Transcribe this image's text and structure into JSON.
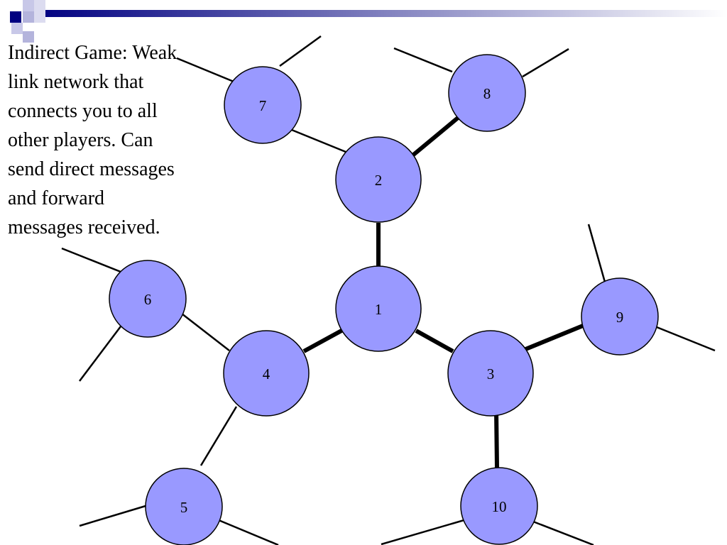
{
  "slide": {
    "body_text_lines": [
      "Indirect Game: Weak",
      "link network that",
      "connects you to all",
      "other players.  Can",
      "send direct messages",
      "and forward",
      "messages received."
    ]
  },
  "colors": {
    "node_fill": "#9999ff",
    "node_stroke": "#000000",
    "edge": "#000000",
    "header_dark": "#000080",
    "header_light": "#b0b0d8"
  },
  "network": {
    "nodes": [
      {
        "id": "1",
        "label": "1"
      },
      {
        "id": "2",
        "label": "2"
      },
      {
        "id": "3",
        "label": "3"
      },
      {
        "id": "4",
        "label": "4"
      },
      {
        "id": "5",
        "label": "5"
      },
      {
        "id": "6",
        "label": "6"
      },
      {
        "id": "7",
        "label": "7"
      },
      {
        "id": "8",
        "label": "8"
      },
      {
        "id": "9",
        "label": "9"
      },
      {
        "id": "10",
        "label": "10"
      }
    ],
    "links": [
      {
        "from": "1",
        "to": "2",
        "strength": "strong"
      },
      {
        "from": "1",
        "to": "3",
        "strength": "strong"
      },
      {
        "from": "1",
        "to": "4",
        "strength": "strong"
      },
      {
        "from": "2",
        "to": "8",
        "strength": "strong"
      },
      {
        "from": "2",
        "to": "7",
        "strength": "weak"
      },
      {
        "from": "3",
        "to": "9",
        "strength": "strong"
      },
      {
        "from": "3",
        "to": "10",
        "strength": "strong"
      },
      {
        "from": "4",
        "to": "6",
        "strength": "weak"
      },
      {
        "from": "4",
        "to": "5",
        "strength": "weak"
      }
    ]
  }
}
